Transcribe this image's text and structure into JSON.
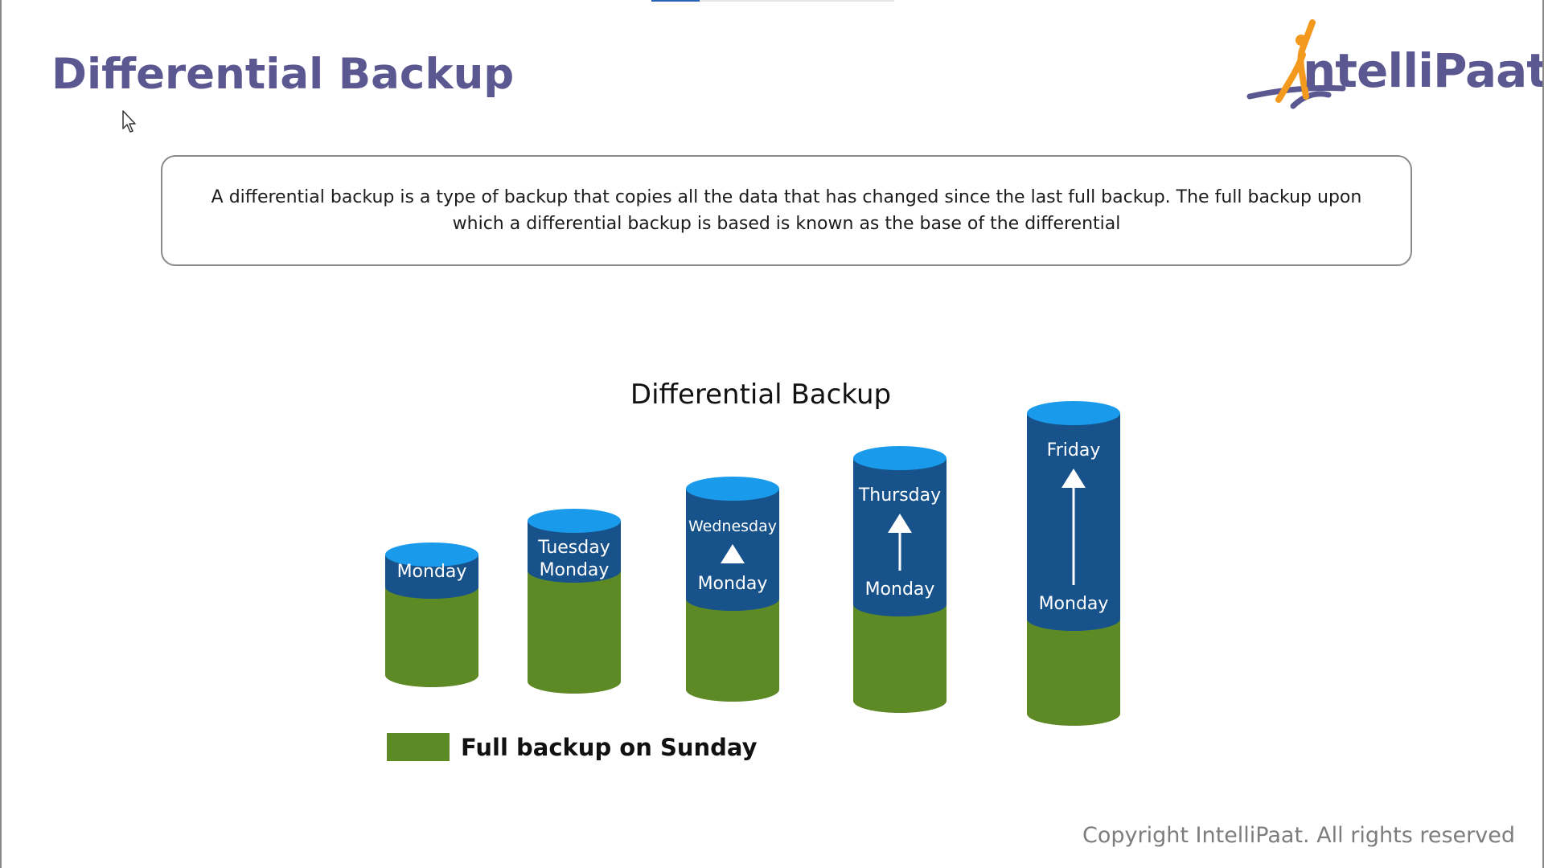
{
  "slide": {
    "title": "Differential Backup",
    "description": "A differential backup is a type of backup that copies all the data that has changed since the last full backup. The full backup upon which a differential backup is based is known as the base of the differential",
    "copyright": "Copyright IntelliPaat. All rights reserved"
  },
  "logo": {
    "text": "ntelliPaat"
  },
  "diagram": {
    "title": "Differential Backup",
    "legend_label": "Full backup on Sunday",
    "columns": [
      {
        "upper_label": "",
        "lower_label": "Monday",
        "arrow": false
      },
      {
        "upper_label": "Tuesday",
        "lower_label": "Monday",
        "arrow": false
      },
      {
        "upper_label": "Wednesday",
        "lower_label": "Monday",
        "arrow": true
      },
      {
        "upper_label": "Thursday",
        "lower_label": "Monday",
        "arrow": true
      },
      {
        "upper_label": "Friday",
        "lower_label": "Monday",
        "arrow": true
      }
    ]
  },
  "colors": {
    "title_purple": "#5b5790",
    "logo_orange": "#f39a1e",
    "cylinder_blue_body": "#17528a",
    "cylinder_blue_top": "#1a9aea",
    "cylinder_green_body": "#5e8a25",
    "cylinder_green_top": "#74a632"
  }
}
